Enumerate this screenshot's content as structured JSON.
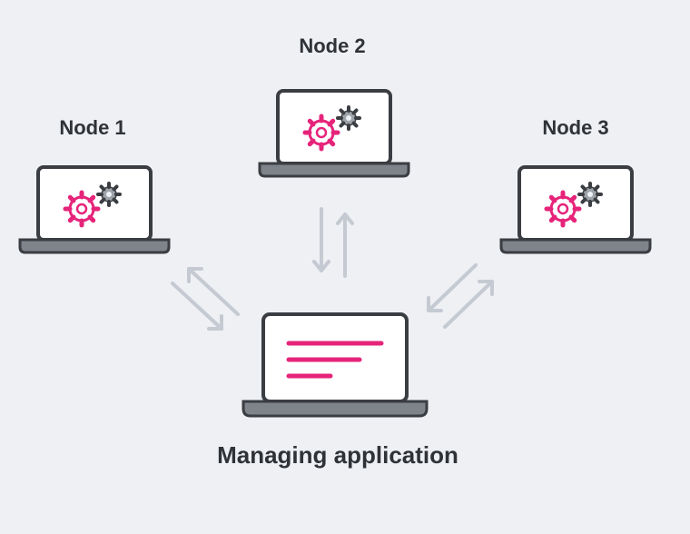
{
  "diagram": {
    "nodes": [
      {
        "id": "node1",
        "label": "Node 1"
      },
      {
        "id": "node2",
        "label": "Node 2"
      },
      {
        "id": "node3",
        "label": "Node 3"
      }
    ],
    "manager": {
      "label": "Managing application"
    },
    "colors": {
      "background": "#eef0f4",
      "outline": "#3a3d42",
      "base": "#7f848b",
      "accent": "#e6247a",
      "gear": "#9ea3aa",
      "arrow": "#c5cad2"
    }
  }
}
